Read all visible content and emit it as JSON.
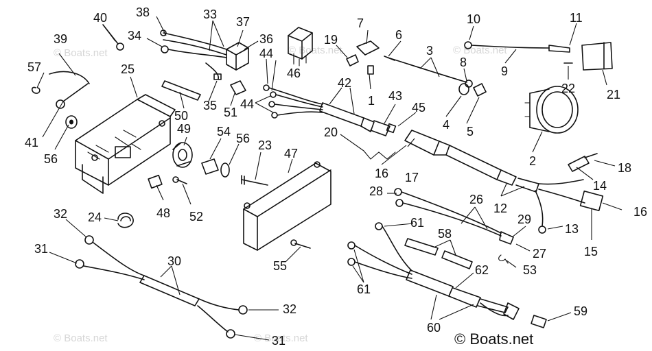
{
  "diagram": {
    "callouts": [
      "1",
      "2",
      "3",
      "4",
      "5",
      "6",
      "7",
      "8",
      "9",
      "10",
      "11",
      "12",
      "13",
      "14",
      "15",
      "16",
      "17",
      "18",
      "19",
      "20",
      "21",
      "22",
      "23",
      "24",
      "25",
      "26",
      "27",
      "28",
      "29",
      "30",
      "31",
      "32",
      "33",
      "34",
      "35",
      "36",
      "37",
      "38",
      "39",
      "40",
      "41",
      "42",
      "43",
      "44",
      "45",
      "46",
      "47",
      "48",
      "49",
      "50",
      "51",
      "52",
      "53",
      "54",
      "55",
      "56",
      "57",
      "58",
      "59",
      "60",
      "61",
      "62"
    ],
    "watermark": "© Boats.net",
    "copyright": "© Boats.net"
  }
}
